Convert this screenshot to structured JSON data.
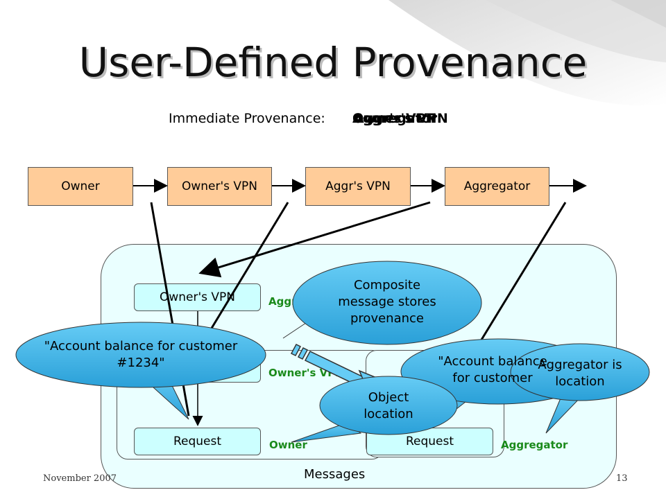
{
  "title": "User-Defined Provenance",
  "immediate_provenance": {
    "label": "Immediate Provenance:",
    "value_layers": [
      "Aggregator",
      "Owner's VPN",
      "Aggr's VPN",
      "Owner"
    ]
  },
  "chain": [
    "Owner",
    "Owner's VPN",
    "Aggr's VPN",
    "Aggregator"
  ],
  "messages_label": "Messages",
  "inner_boxes": {
    "headers": {
      "owners_vpn": "Owner's VPN",
      "request_left": "Request",
      "request_right": "Request"
    },
    "tags": {
      "aggregator_top": "Aggr",
      "owners_vpn_mid": "Owner's VPN",
      "owner_bottom": "Owner",
      "aggregator_bottom": "Aggregator"
    }
  },
  "callouts": {
    "composite": "Composite message stores provenance",
    "account_left": "\"Account balance for customer #1234\"",
    "account_right": "\"Account balance for customer",
    "aggregator_location": "Aggregator is location",
    "object_location": "Object location"
  },
  "footer": {
    "date": "November 2007",
    "page": "13"
  },
  "colors": {
    "chain_fill": "#ffcc99",
    "messages_fill": "#eaffff",
    "header_fill": "#ccffff",
    "callout_fill": "#33aadd",
    "tag_green": "#1b8a1b"
  }
}
